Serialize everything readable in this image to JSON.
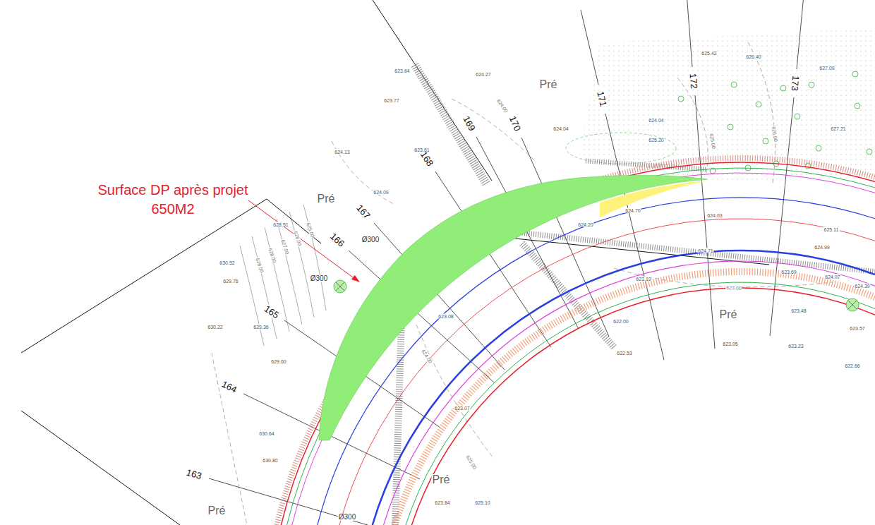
{
  "diagram": {
    "labels": [
      "Surface DP après projet 650M2",
      "163",
      "164",
      "165",
      "166",
      "167",
      "168",
      "169",
      "170",
      "171",
      "172",
      "173",
      "Pré",
      "Pré",
      "Pré",
      "Pré",
      "Pré",
      "Ø300",
      "Ø300",
      "Ø300",
      "624.00",
      "625.00",
      "626.00",
      "623.00",
      "625.00",
      "626.00",
      "627.00",
      "628.00",
      "629.00",
      "624.00",
      "625.00",
      "625.42",
      "626.40",
      "627.09",
      "623.64",
      "624.27",
      "623.77",
      "624.13",
      "623.61",
      "624.09",
      "624.04",
      "624.04",
      "625.20",
      "627.21",
      "628.51",
      "630.52",
      "629.76",
      "630.22",
      "629.36",
      "629.60",
      "630.64",
      "630.80",
      "624.20",
      "624.70",
      "624.03",
      "625.11",
      "624.71",
      "624.99",
      "623.69",
      "624.07",
      "624.39",
      "623.48",
      "623.57",
      "622.66",
      "623.05",
      "623.23",
      "622.00",
      "622.53",
      "623.19",
      "623.08",
      "623.07",
      "623.84",
      "625.10"
    ]
  }
}
